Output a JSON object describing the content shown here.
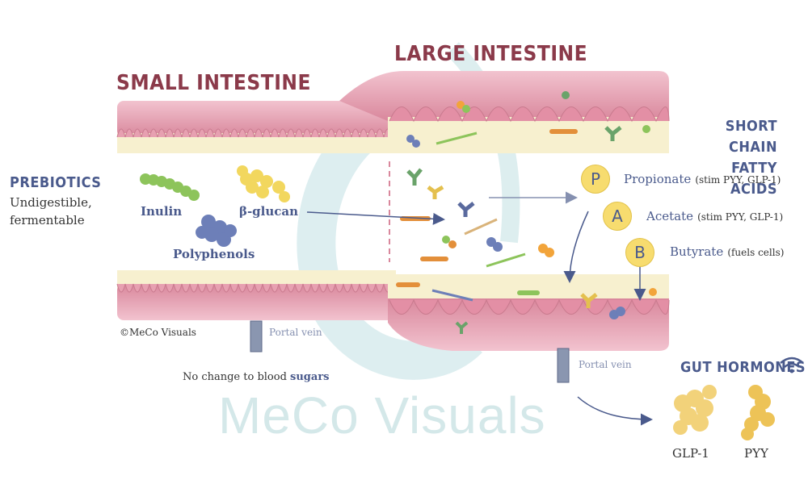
{
  "titles": {
    "small_intestine": "SMALL INTESTINE",
    "large_intestine": "LARGE INTESTINE",
    "scfa": "SHORT CHAIN\nFATTY ACIDS",
    "gut_hormones": "GUT HORMONES"
  },
  "prebiotics": {
    "heading": "PREBIOTICS",
    "desc_line1": "Undigestible,",
    "desc_line2": "fermentable",
    "inulin": "Inulin",
    "glucan": "β-glucan",
    "polyphenols": "Polyphenols"
  },
  "scfa_items": [
    {
      "symbol": "P",
      "name": "Propionate",
      "note": "(stim PYY, GLP-1)"
    },
    {
      "symbol": "A",
      "name": "Acetate",
      "note": "(stim PYY, GLP-1)"
    },
    {
      "symbol": "B",
      "name": "Butyrate",
      "note": "(fuels cells)"
    }
  ],
  "portal_vein_left": "Portal vein",
  "portal_vein_right": "Portal vein",
  "blood_sugar_prefix": "No change to blood ",
  "blood_sugar_emphasis": "sugars",
  "copyright": "©MeCo Visuals",
  "watermark": "MeCo Visuals",
  "hormones": [
    "GLP-1",
    "PYY"
  ],
  "colors": {
    "tissue_pink": "#e8a3b4",
    "mucus_cream": "#f7f0cf",
    "title_maroon": "#8b3a4a",
    "label_navy": "#4a5a8c",
    "scfa_yellow": "#f7dc6f",
    "watermark": "#cde4e6"
  }
}
